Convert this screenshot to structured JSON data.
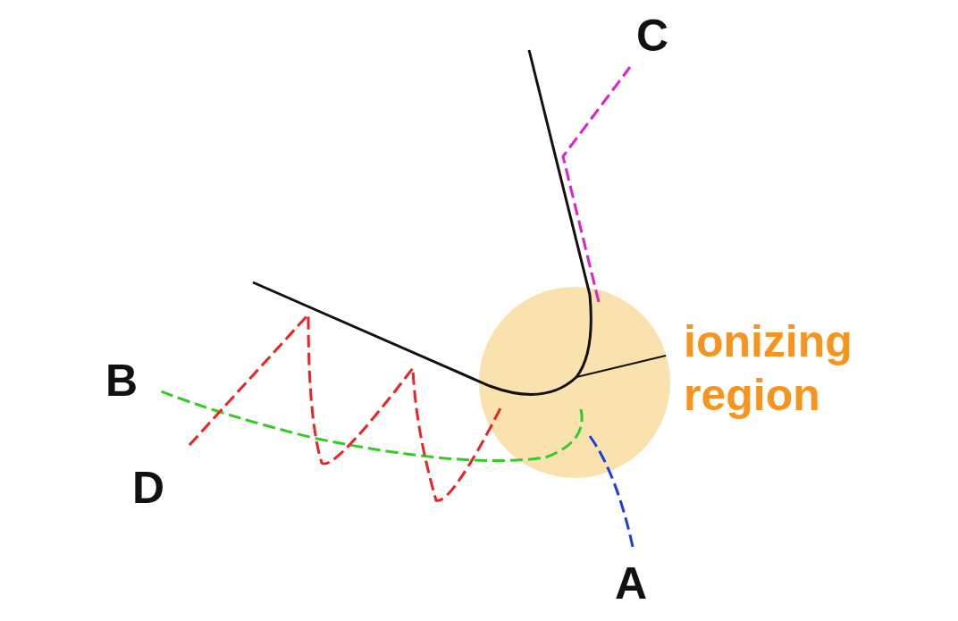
{
  "diagram": {
    "labels": [
      "C",
      "ionizing region",
      "B",
      "D",
      "A"
    ]
  }
}
